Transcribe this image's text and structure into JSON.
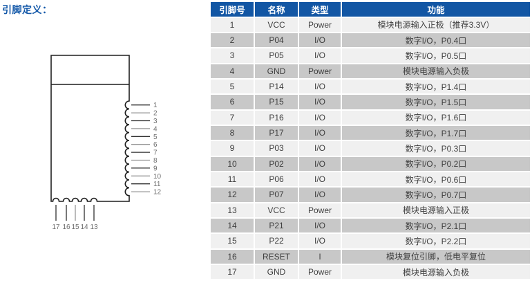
{
  "page": {
    "title": "引脚定义："
  },
  "diagram": {
    "right_pins": [
      "1",
      "2",
      "3",
      "4",
      "5",
      "6",
      "7",
      "8",
      "9",
      "10",
      "11",
      "12"
    ],
    "bottom_pins": [
      "17",
      "16",
      "15",
      "14",
      "13"
    ]
  },
  "table": {
    "headers": [
      "引脚号",
      "名称",
      "类型",
      "功能"
    ],
    "rows": [
      [
        "1",
        "VCC",
        "Power",
        "模块电源输入正极（推荐3.3V）"
      ],
      [
        "2",
        "P04",
        "I/O",
        "数字I/O，P0.4口"
      ],
      [
        "3",
        "P05",
        "I/O",
        "数字I/O，P0.5口"
      ],
      [
        "4",
        "GND",
        "Power",
        "模块电源输入负极"
      ],
      [
        "5",
        "P14",
        "I/O",
        "数字I/O，P1.4口"
      ],
      [
        "6",
        "P15",
        "I/O",
        "数字I/O，P1.5口"
      ],
      [
        "7",
        "P16",
        "I/O",
        "数字I/O，P1.6口"
      ],
      [
        "8",
        "P17",
        "I/O",
        "数字I/O，P1.7口"
      ],
      [
        "9",
        "P03",
        "I/O",
        "数字I/O，P0.3口"
      ],
      [
        "10",
        "P02",
        "I/O",
        "数字I/O，P0.2口"
      ],
      [
        "11",
        "P06",
        "I/O",
        "数字I/O，P0.6口"
      ],
      [
        "12",
        "P07",
        "I/O",
        "数字I/O，P0.7口"
      ],
      [
        "13",
        "VCC",
        "Power",
        "模块电源输入正极"
      ],
      [
        "14",
        "P21",
        "I/O",
        "数字I/O，P2.1口"
      ],
      [
        "15",
        "P22",
        "I/O",
        "数字I/O，P2.2口"
      ],
      [
        "16",
        "RESET",
        "I",
        "模块复位引脚，低电平复位"
      ],
      [
        "17",
        "GND",
        "Power",
        "模块电源输入负极"
      ]
    ]
  },
  "colors": {
    "header_bg": "#1256a4",
    "header_text": "#ffffff",
    "row_light": "#f0f0f0",
    "row_dark": "#c8c8c8",
    "title_text": "#1257a8",
    "body_text": "#3f3f3f",
    "outline": "#1f1f1f",
    "leader_dark": "#2f2f2f",
    "leader_gray": "#969696",
    "pin_label": "#6e6e6e"
  }
}
